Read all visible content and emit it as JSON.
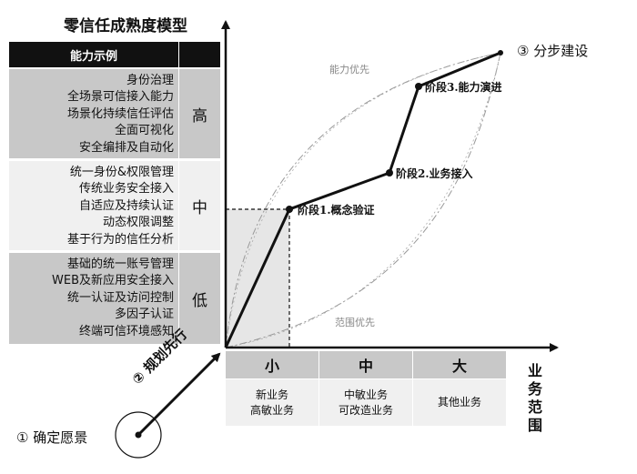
{
  "title": "零信任成熟度模型",
  "capability_table": {
    "header": "能力示例",
    "rows": [
      {
        "level": "高",
        "items": [
          "身份治理",
          "全场景可信接入能力",
          "场景化持续信任评估",
          "全面可视化",
          "安全编排及自动化"
        ],
        "bg": "#c8c8c8"
      },
      {
        "level": "中",
        "items": [
          "统一身份&权限管理",
          "传统业务安全接入",
          "自适应及持续认证",
          "动态权限调整",
          "基于行为的信任分析"
        ],
        "bg": "#f0f0f0"
      },
      {
        "level": "低",
        "items": [
          "基础的统一账号管理",
          "WEB及新应用安全接入",
          "统一认证及访问控制",
          "多因子认证",
          "终端可信环境感知"
        ],
        "bg": "#c8c8c8"
      }
    ]
  },
  "scope_table": {
    "axis_label": "业务范围",
    "columns": [
      {
        "head": "小",
        "lines": [
          "新业务",
          "高敏业务"
        ]
      },
      {
        "head": "中",
        "lines": [
          "中敏业务",
          "可改造业务"
        ]
      },
      {
        "head": "大",
        "lines": [
          "其他业务"
        ]
      }
    ]
  },
  "stages": {
    "stage1": "阶段1.概念验证",
    "stage2": "阶段2.业务接入",
    "stage3": "阶段3.能力演进"
  },
  "path_hints": {
    "capability_first": "能力优先",
    "scope_first": "范围优先"
  },
  "steps": {
    "step1": "① 确定愿景",
    "step2": "② 规划先行",
    "step3": "③ 分步建设"
  },
  "colors": {
    "header_bg": "#111111",
    "dark_row": "#c8c8c8",
    "light_row": "#f0f0f0",
    "hint_curve": "#999999"
  }
}
